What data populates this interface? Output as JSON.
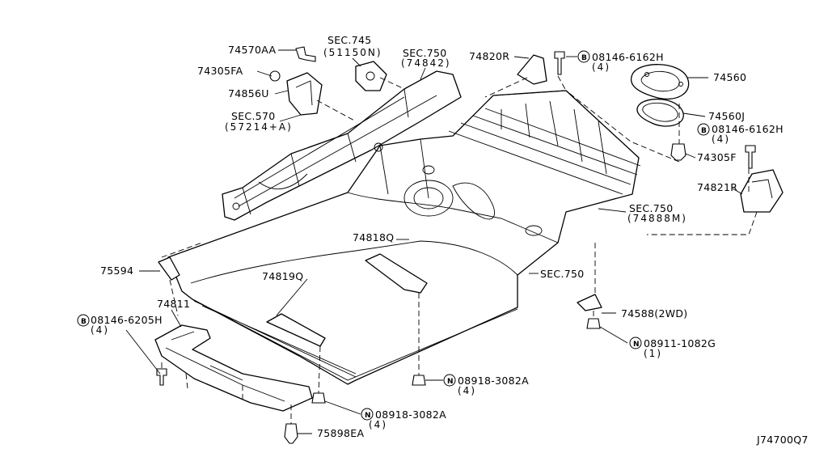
{
  "diagram_code": "J74700Q7",
  "callouts": {
    "p74570AA": "74570AA",
    "p74305FA": "74305FA",
    "p74856U": "74856U",
    "sec745": "SEC.745",
    "sec745_sub": "(51150N)",
    "sec750_top": "SEC.750",
    "sec750_top_sub": "(74842)",
    "sec570": "SEC.570",
    "sec570_sub": "(57214+A)",
    "p74820R": "74820R",
    "bolt_top_code": "08146-6162H",
    "bolt_top_qty": "(4)",
    "p74560": "74560",
    "p74560J": "74560J",
    "bolt_right_code": "08146-6162H",
    "bolt_right_qty": "(4)",
    "p74305F": "74305F",
    "p74821R": "74821R",
    "sec750_right": "SEC.750",
    "sec750_right_sub": "(74888M)",
    "p74818Q": "74818Q",
    "sec750_mid": "SEC.750",
    "p75594": "75594",
    "p74819Q": "74819Q",
    "p74811": "74811",
    "bolt_left_code": "08146-6205H",
    "bolt_left_qty": "(4)",
    "p74588": "74588(2WD)",
    "nut_right_code": "08911-1082G",
    "nut_right_qty": "(1)",
    "nut_mid_code": "08918-3082A",
    "nut_mid_qty": "(4)",
    "nut_bot_code": "08918-3082A",
    "nut_bot_qty": "(4)",
    "p75898EA": "75898EA"
  },
  "symbols": {
    "bolt": "B",
    "nut": "N"
  }
}
